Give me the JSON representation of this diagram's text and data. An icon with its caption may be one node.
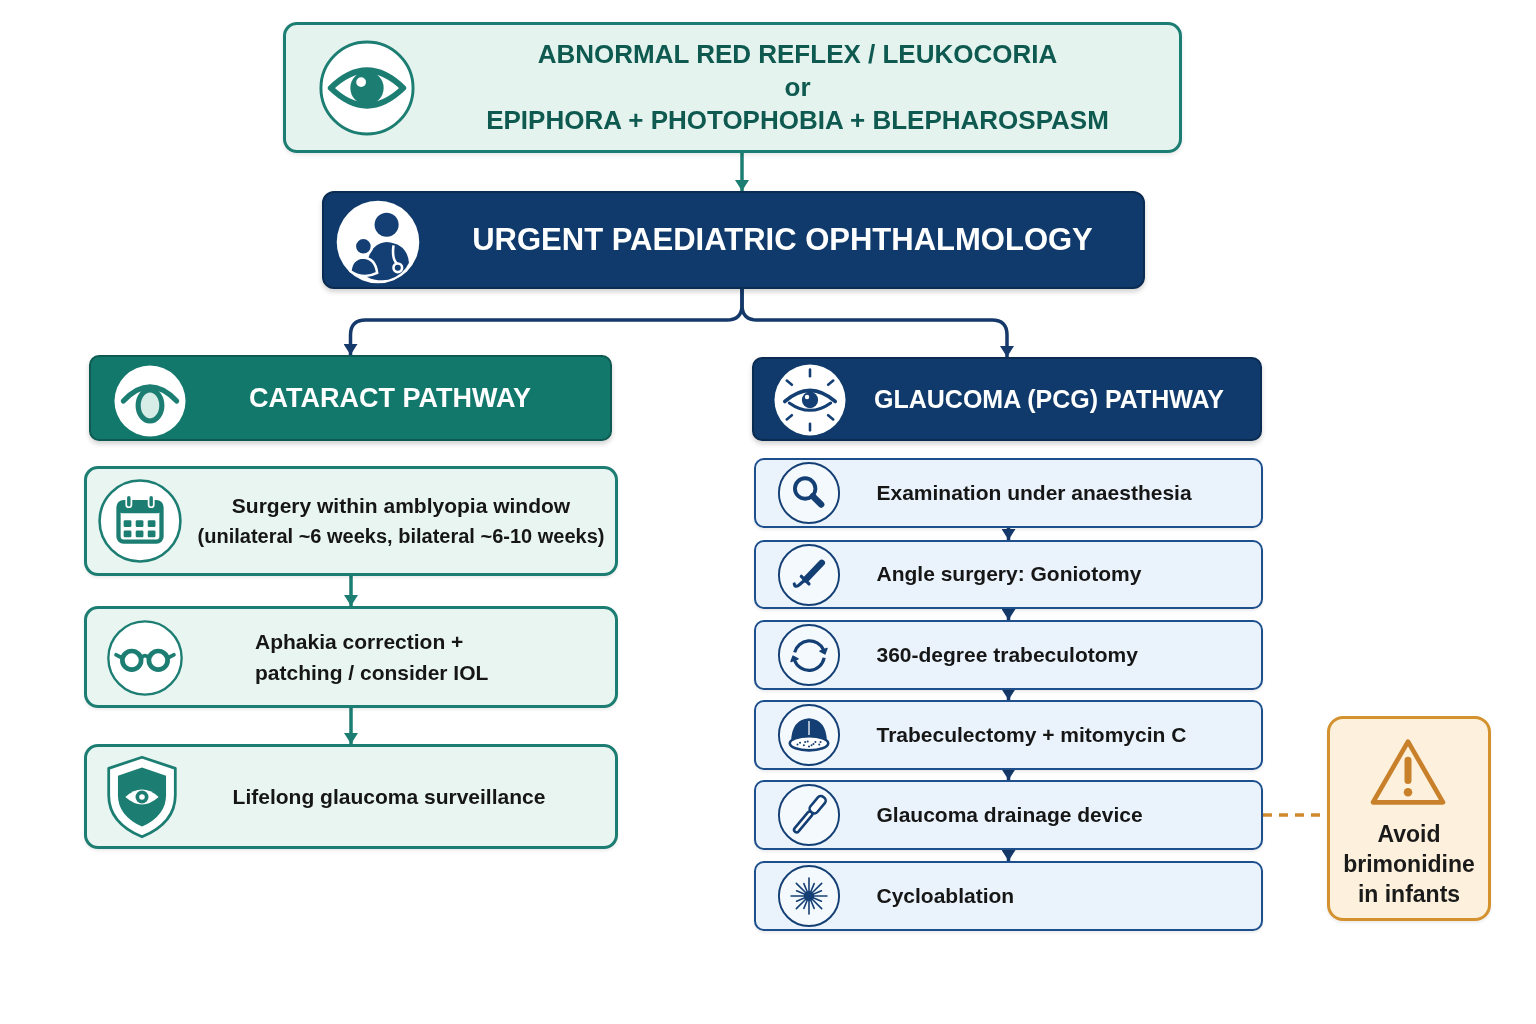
{
  "diagram": {
    "nodes": [
      {
        "text": [
          "ABNORMAL RED REFLEX / LEUKOCORIA",
          "or",
          "EPIPHORA + PHOTOPHOBIA + BLEPHAROSPASM"
        ]
      },
      {
        "text": [
          "URGENT PAEDIATRIC OPHTHALMOLOGY"
        ]
      },
      {
        "text": [
          "CATARACT PATHWAY"
        ]
      },
      {
        "text": [
          "Surgery within amblyopia window",
          "(unilateral ~6 weeks, bilateral ~6-10 weeks)"
        ]
      },
      {
        "text": [
          "Aphakia correction + patching / consider IOL"
        ]
      },
      {
        "text": [
          "Lifelong glaucoma surveillance"
        ]
      },
      {
        "text": [
          "GLAUCOMA (PCG) PATHWAY"
        ]
      },
      {
        "text": [
          "Examination under anaesthesia"
        ]
      },
      {
        "text": [
          "Angle surgery: Goniotomy"
        ]
      },
      {
        "text": [
          "360-degree trabeculotomy"
        ]
      },
      {
        "text": [
          "Trabeculectomy + mitomycin C"
        ]
      },
      {
        "text": [
          "Glaucoma drainage device"
        ]
      },
      {
        "text": [
          "Cycloablation"
        ]
      },
      {
        "text": [
          "Avoid brimonidine in infants"
        ]
      }
    ],
    "edges": [
      {
        "from": 0,
        "to": 1,
        "arrow": "to",
        "color": "#1c7d72"
      },
      {
        "from": 1,
        "to": 2,
        "arrow": "to"
      },
      {
        "from": 1,
        "to": 6,
        "arrow": "to"
      },
      {
        "from": 3,
        "to": 4,
        "arrow": "to",
        "color": "#1c7d72"
      },
      {
        "from": 4,
        "to": 5,
        "arrow": "to",
        "color": "#1c7d72"
      },
      {
        "from": 7,
        "to": 8,
        "arrow": "to"
      },
      {
        "from": 8,
        "to": 9,
        "arrow": "to"
      },
      {
        "from": 9,
        "to": 10,
        "arrow": "to"
      },
      {
        "from": 10,
        "to": 11,
        "arrow": "to"
      },
      {
        "from": 11,
        "to": 12,
        "arrow": "to"
      },
      {
        "from": 11,
        "to": 13,
        "arrow": "none",
        "style": "dashed",
        "color": "#d08a2c"
      }
    ]
  }
}
